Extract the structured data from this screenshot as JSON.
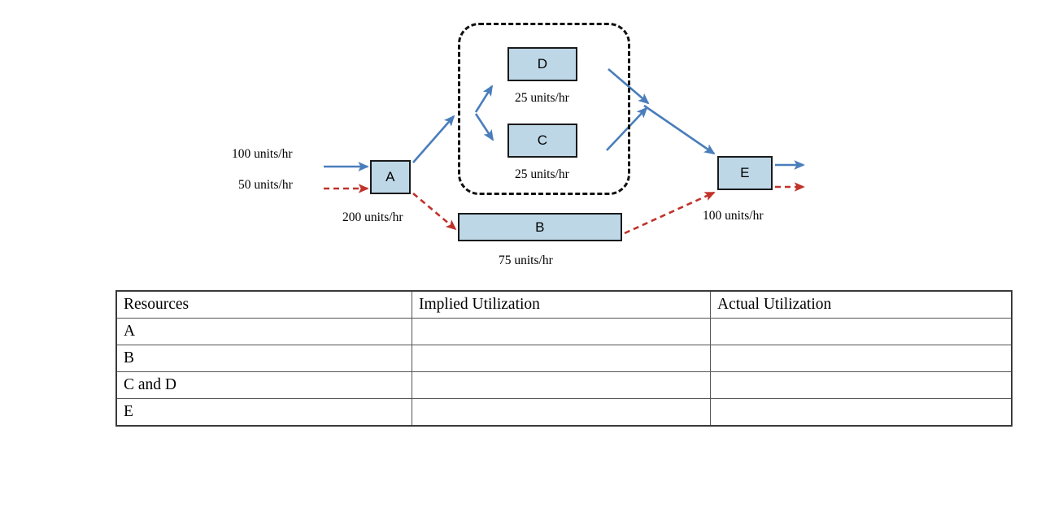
{
  "diagram": {
    "boxes": [
      {
        "id": "a",
        "label": "A",
        "rate": ""
      },
      {
        "id": "d",
        "label": "D",
        "rate": "25 units/hr"
      },
      {
        "id": "c",
        "label": "C",
        "rate": "25 units/hr"
      },
      {
        "id": "b",
        "label": "B",
        "rate": "75 units/hr"
      },
      {
        "id": "e",
        "label": "E",
        "rate": ""
      }
    ],
    "flow_labels": {
      "input_blue": "100 units/hr",
      "input_red": "50 units/hr",
      "a_to_b": "200 units/hr",
      "b_to_e": "100 units/hr"
    },
    "colors": {
      "box_fill": "#bdd7e7",
      "box_border": "#1a1a1a",
      "flow_blue": "#4a7ebb",
      "flow_red": "#c0322a",
      "group_dash": "#111111"
    }
  },
  "table": {
    "headers": [
      "Resources",
      "Implied Utilization",
      "Actual Utilization"
    ],
    "rows": [
      {
        "resource": "A",
        "implied": "",
        "actual": ""
      },
      {
        "resource": "B",
        "implied": "",
        "actual": ""
      },
      {
        "resource": "C and D",
        "implied": "",
        "actual": ""
      },
      {
        "resource": "E",
        "implied": "",
        "actual": ""
      }
    ]
  }
}
